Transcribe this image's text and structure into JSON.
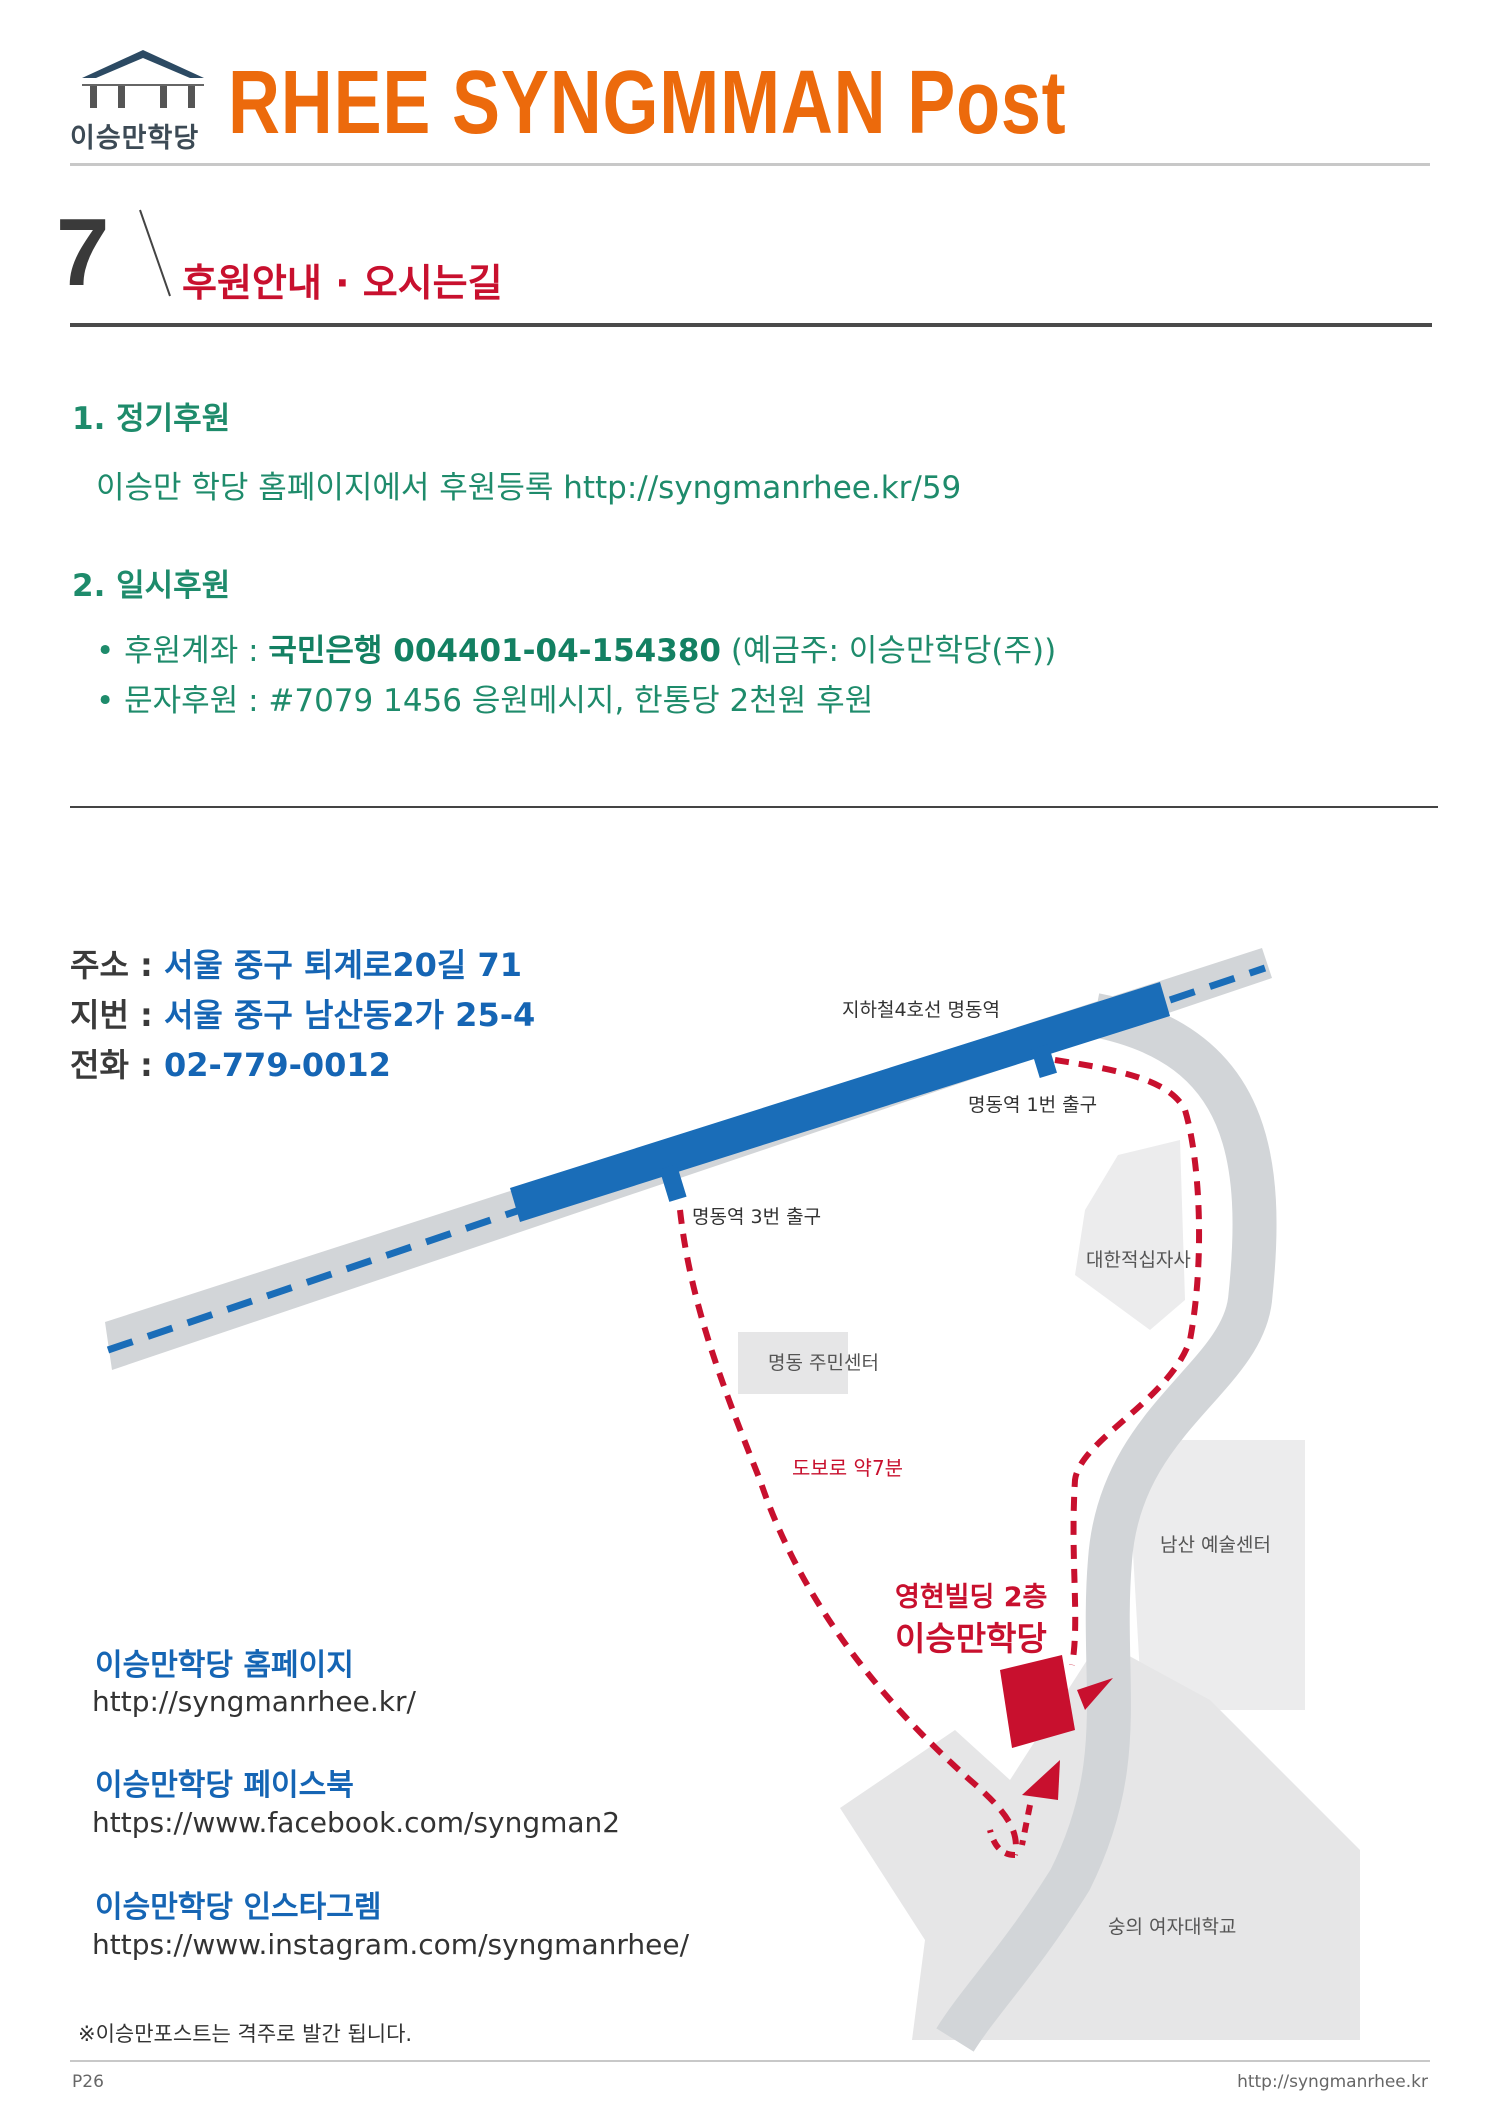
{
  "header": {
    "logo_text": "이승만학당",
    "title": "RHEE SYNGMMAN Post"
  },
  "section": {
    "number": "7",
    "title": "후원안내 · 오시는길"
  },
  "support": {
    "regular": {
      "heading": "1. 정기후원",
      "text": "이승만 학당 홈페이지에서 후원등록 http://syngmanrhee.kr/59"
    },
    "onetime": {
      "heading": "2. 일시후원",
      "account_prefix": "• 후원계좌 : ",
      "account_bold": "국민은행 004401-04-154380",
      "account_suffix": " (예금주: 이승만학당(주))",
      "sms": "• 문자후원 : #7079 1456 응원메시지, 한통당 2천원 후원"
    }
  },
  "address": {
    "road_label": "주소 : ",
    "road_value": "서울 중구 퇴계로20길 71",
    "lot_label": "지번 : ",
    "lot_value": "서울 중구 남산동2가 25-4",
    "phone_label": "전화 : ",
    "phone_value": "02-779-0012"
  },
  "map": {
    "subway_line": "지하철4호선 명동역",
    "exit1": "명동역 1번 출구",
    "exit3": "명동역 3번 출구",
    "redcross": "대한적십자사",
    "community_center": "명동 주민센터",
    "walk_time": "도보로 약7분",
    "building_line1": "영현빌딩 2층",
    "building_line2": "이승만학당",
    "art_center": "남산 예술센터",
    "university": "숭의 여자대학교"
  },
  "links": [
    {
      "label": "이승만학당 홈페이지",
      "url": "http://syngmanrhee.kr/"
    },
    {
      "label": "이승만학당 페이스북",
      "url": "https://www.facebook.com/syngman2"
    },
    {
      "label": "이승만학당 인스타그렘",
      "url": "https://www.instagram.com/syngmanrhee/"
    }
  ],
  "note": "※이승만포스트는 격주로 발간 됩니다.",
  "footer": {
    "page": "P26",
    "site": "http://syngmanrhee.kr"
  },
  "colors": {
    "brand_orange": "#ec6a0c",
    "section_red": "#c8102e",
    "support_green": "#1e8b6b",
    "address_blue": "#1565b4",
    "subway_blue": "#1a6db8"
  }
}
